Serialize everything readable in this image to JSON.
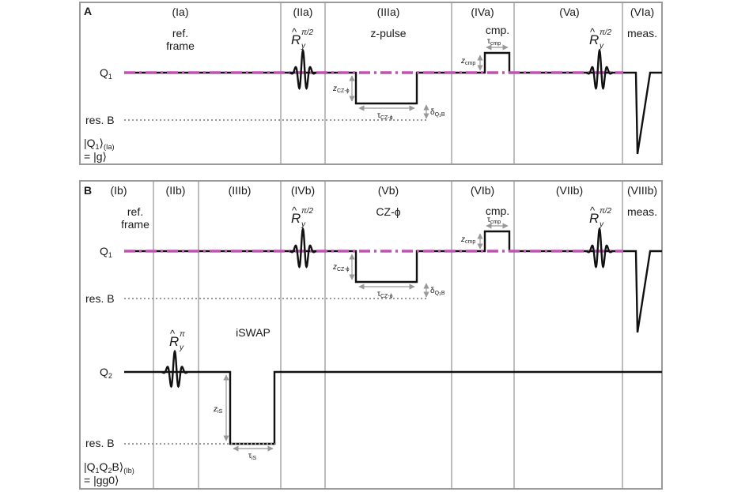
{
  "panelA": {
    "letter": "A",
    "columns": [
      "(Ia)",
      "(IIa)",
      "(IIIa)",
      "(IVa)",
      "(Va)",
      "(VIa)"
    ],
    "titles": {
      "ref1": "ref.",
      "ref2": "frame",
      "zpulse": "z-pulse",
      "cmp": "cmp.",
      "meas": "meas."
    },
    "rows": {
      "q1": "Q",
      "q1_sub": "1",
      "resB": "res. B"
    },
    "state_line1": "|Q",
    "state_line1_sub1": "1",
    "state_line1_rest": "⟩",
    "state_line1_sub2": "(Ia)",
    "state_line2": "= |g⟩"
  },
  "panelB": {
    "letter": "B",
    "columns": [
      "(Ib)",
      "(IIb)",
      "(IIIb)",
      "(IVb)",
      "(Vb)",
      "(VIb)",
      "(VIIb)",
      "(VIIIb)"
    ],
    "titles": {
      "ref1": "ref.",
      "ref2": "frame",
      "czphi": "CZ-ϕ",
      "cmp": "cmp.",
      "meas": "meas.",
      "iswap": "iSWAP"
    },
    "rows": {
      "q1": "Q",
      "q1_sub": "1",
      "resB": "res. B",
      "q2": "Q",
      "q2_sub": "2",
      "resB2": "res. B"
    },
    "state_line1_a": "|Q",
    "state_line1_s1": "1",
    "state_line1_b": "Q",
    "state_line1_s2": "2",
    "state_line1_c": "B⟩",
    "state_line1_s3": "(Ib)",
    "state_line2": "= |gg0⟩"
  },
  "gates": {
    "R": "R",
    "hat": "^",
    "y": "y",
    "pi_half": "π/2",
    "pi": "π"
  },
  "annotations": {
    "z": "z",
    "cz_phi": "CZ-ϕ",
    "tau": "τ",
    "delta": "δ",
    "q1b": "Q",
    "q1b_sub1": "1",
    "q1b_sub2": "B",
    "cmp": "cmp",
    "iS": "iS"
  },
  "colors": {
    "frame": "#9a9a9a",
    "wire": "#111111",
    "phase_dash": "#c052b3",
    "resonator_dotted": "#999999"
  }
}
